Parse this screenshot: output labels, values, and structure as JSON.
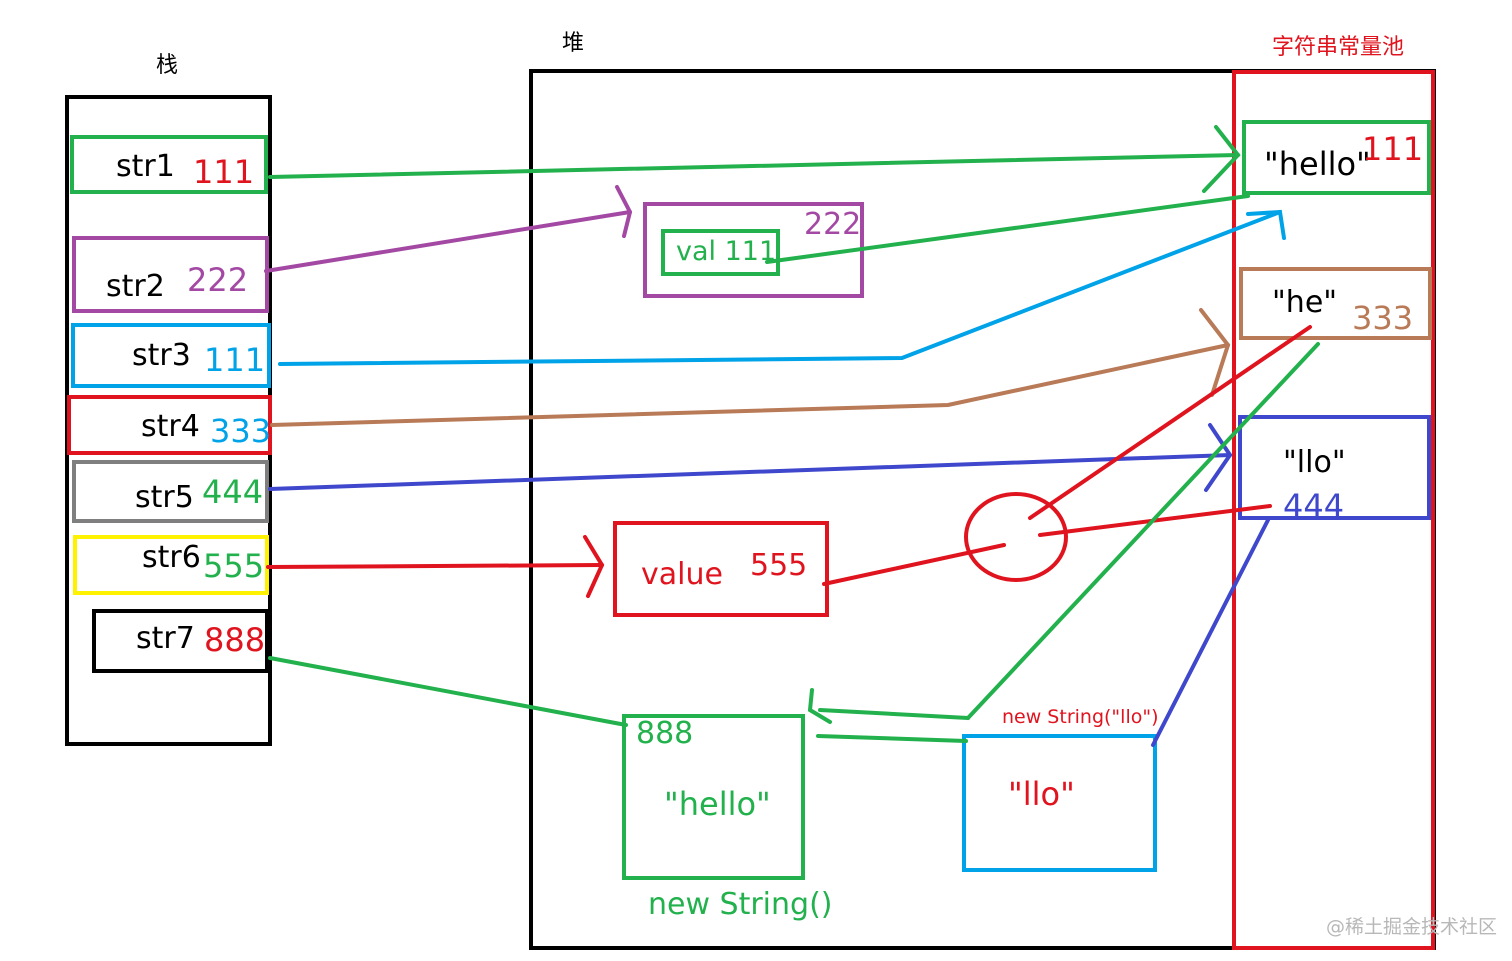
{
  "labels": {
    "stack": "栈",
    "heap": "堆",
    "pool": "字符串常量池",
    "watermark": "@稀土掘金技术社区"
  },
  "stack_vars": [
    {
      "name": "str1",
      "value": "111",
      "value_color": "#e0141e",
      "box_color": "#22b14c"
    },
    {
      "name": "str2",
      "value": "222",
      "value_color": "#a349a4",
      "box_color": "#a349a4"
    },
    {
      "name": "str3",
      "value": "111",
      "value_color": "#00a2e8",
      "box_color": "#00a2e8"
    },
    {
      "name": "str4",
      "value": "333",
      "value_color": "#00a2e8",
      "box_color": "#e0141e"
    },
    {
      "name": "str5",
      "value": "444",
      "value_color": "#22b14c",
      "box_color": "#7f7f7f"
    },
    {
      "name": "str6",
      "value": "555",
      "value_color": "#22b14c",
      "box_color": "#fff200"
    },
    {
      "name": "str7",
      "value": "888",
      "value_color": "#e0141e",
      "box_color": "#000000"
    }
  ],
  "heap_objects": {
    "obj222": {
      "addr": "222",
      "field": "val 111"
    },
    "obj555": {
      "field": "value",
      "addr": "555"
    },
    "obj888": {
      "addr": "888",
      "content": "\"hello\"",
      "caption": "new String()"
    },
    "objllo": {
      "content": "\"llo\"",
      "caption": "new String(\"llo\")"
    }
  },
  "pool_entries": [
    {
      "text": "\"hello\"",
      "addr": "111"
    },
    {
      "text": "\"he\"",
      "addr": "333"
    },
    {
      "text": "\"llo\"",
      "addr": "444"
    }
  ],
  "colors": {
    "green": "#22b14c",
    "red": "#e0141e",
    "purple": "#a349a4",
    "blue": "#00a2e8",
    "brown": "#b97a57",
    "indigo": "#3f48cc",
    "gray": "#7f7f7f",
    "yellow": "#fff200",
    "black": "#000000"
  }
}
